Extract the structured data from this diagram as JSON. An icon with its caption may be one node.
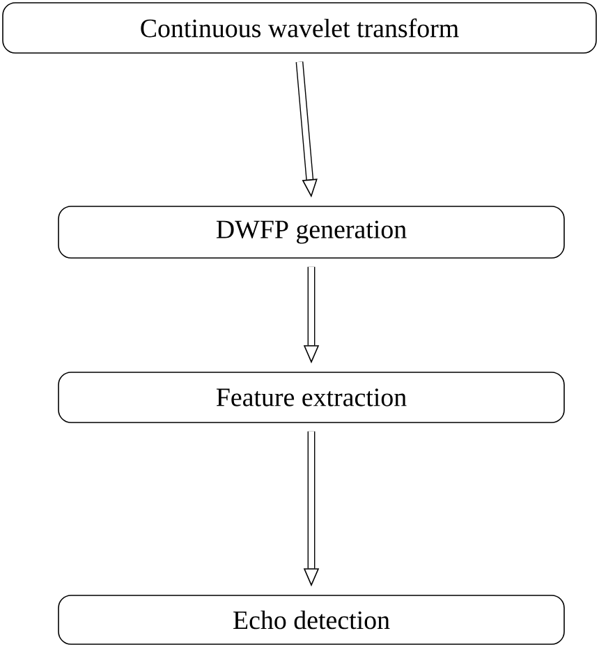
{
  "diagram": {
    "nodes": [
      {
        "text": [
          "Continuous wavelet transform"
        ]
      },
      {
        "text": [
          "DWFP generation"
        ]
      },
      {
        "text": [
          "Feature extraction"
        ]
      },
      {
        "text": [
          "Echo detection"
        ]
      }
    ],
    "edges": [
      {
        "from": 0,
        "to": 1,
        "arrow": "to"
      },
      {
        "from": 1,
        "to": 2,
        "arrow": "to"
      },
      {
        "from": 2,
        "to": 3,
        "arrow": "to"
      }
    ]
  }
}
